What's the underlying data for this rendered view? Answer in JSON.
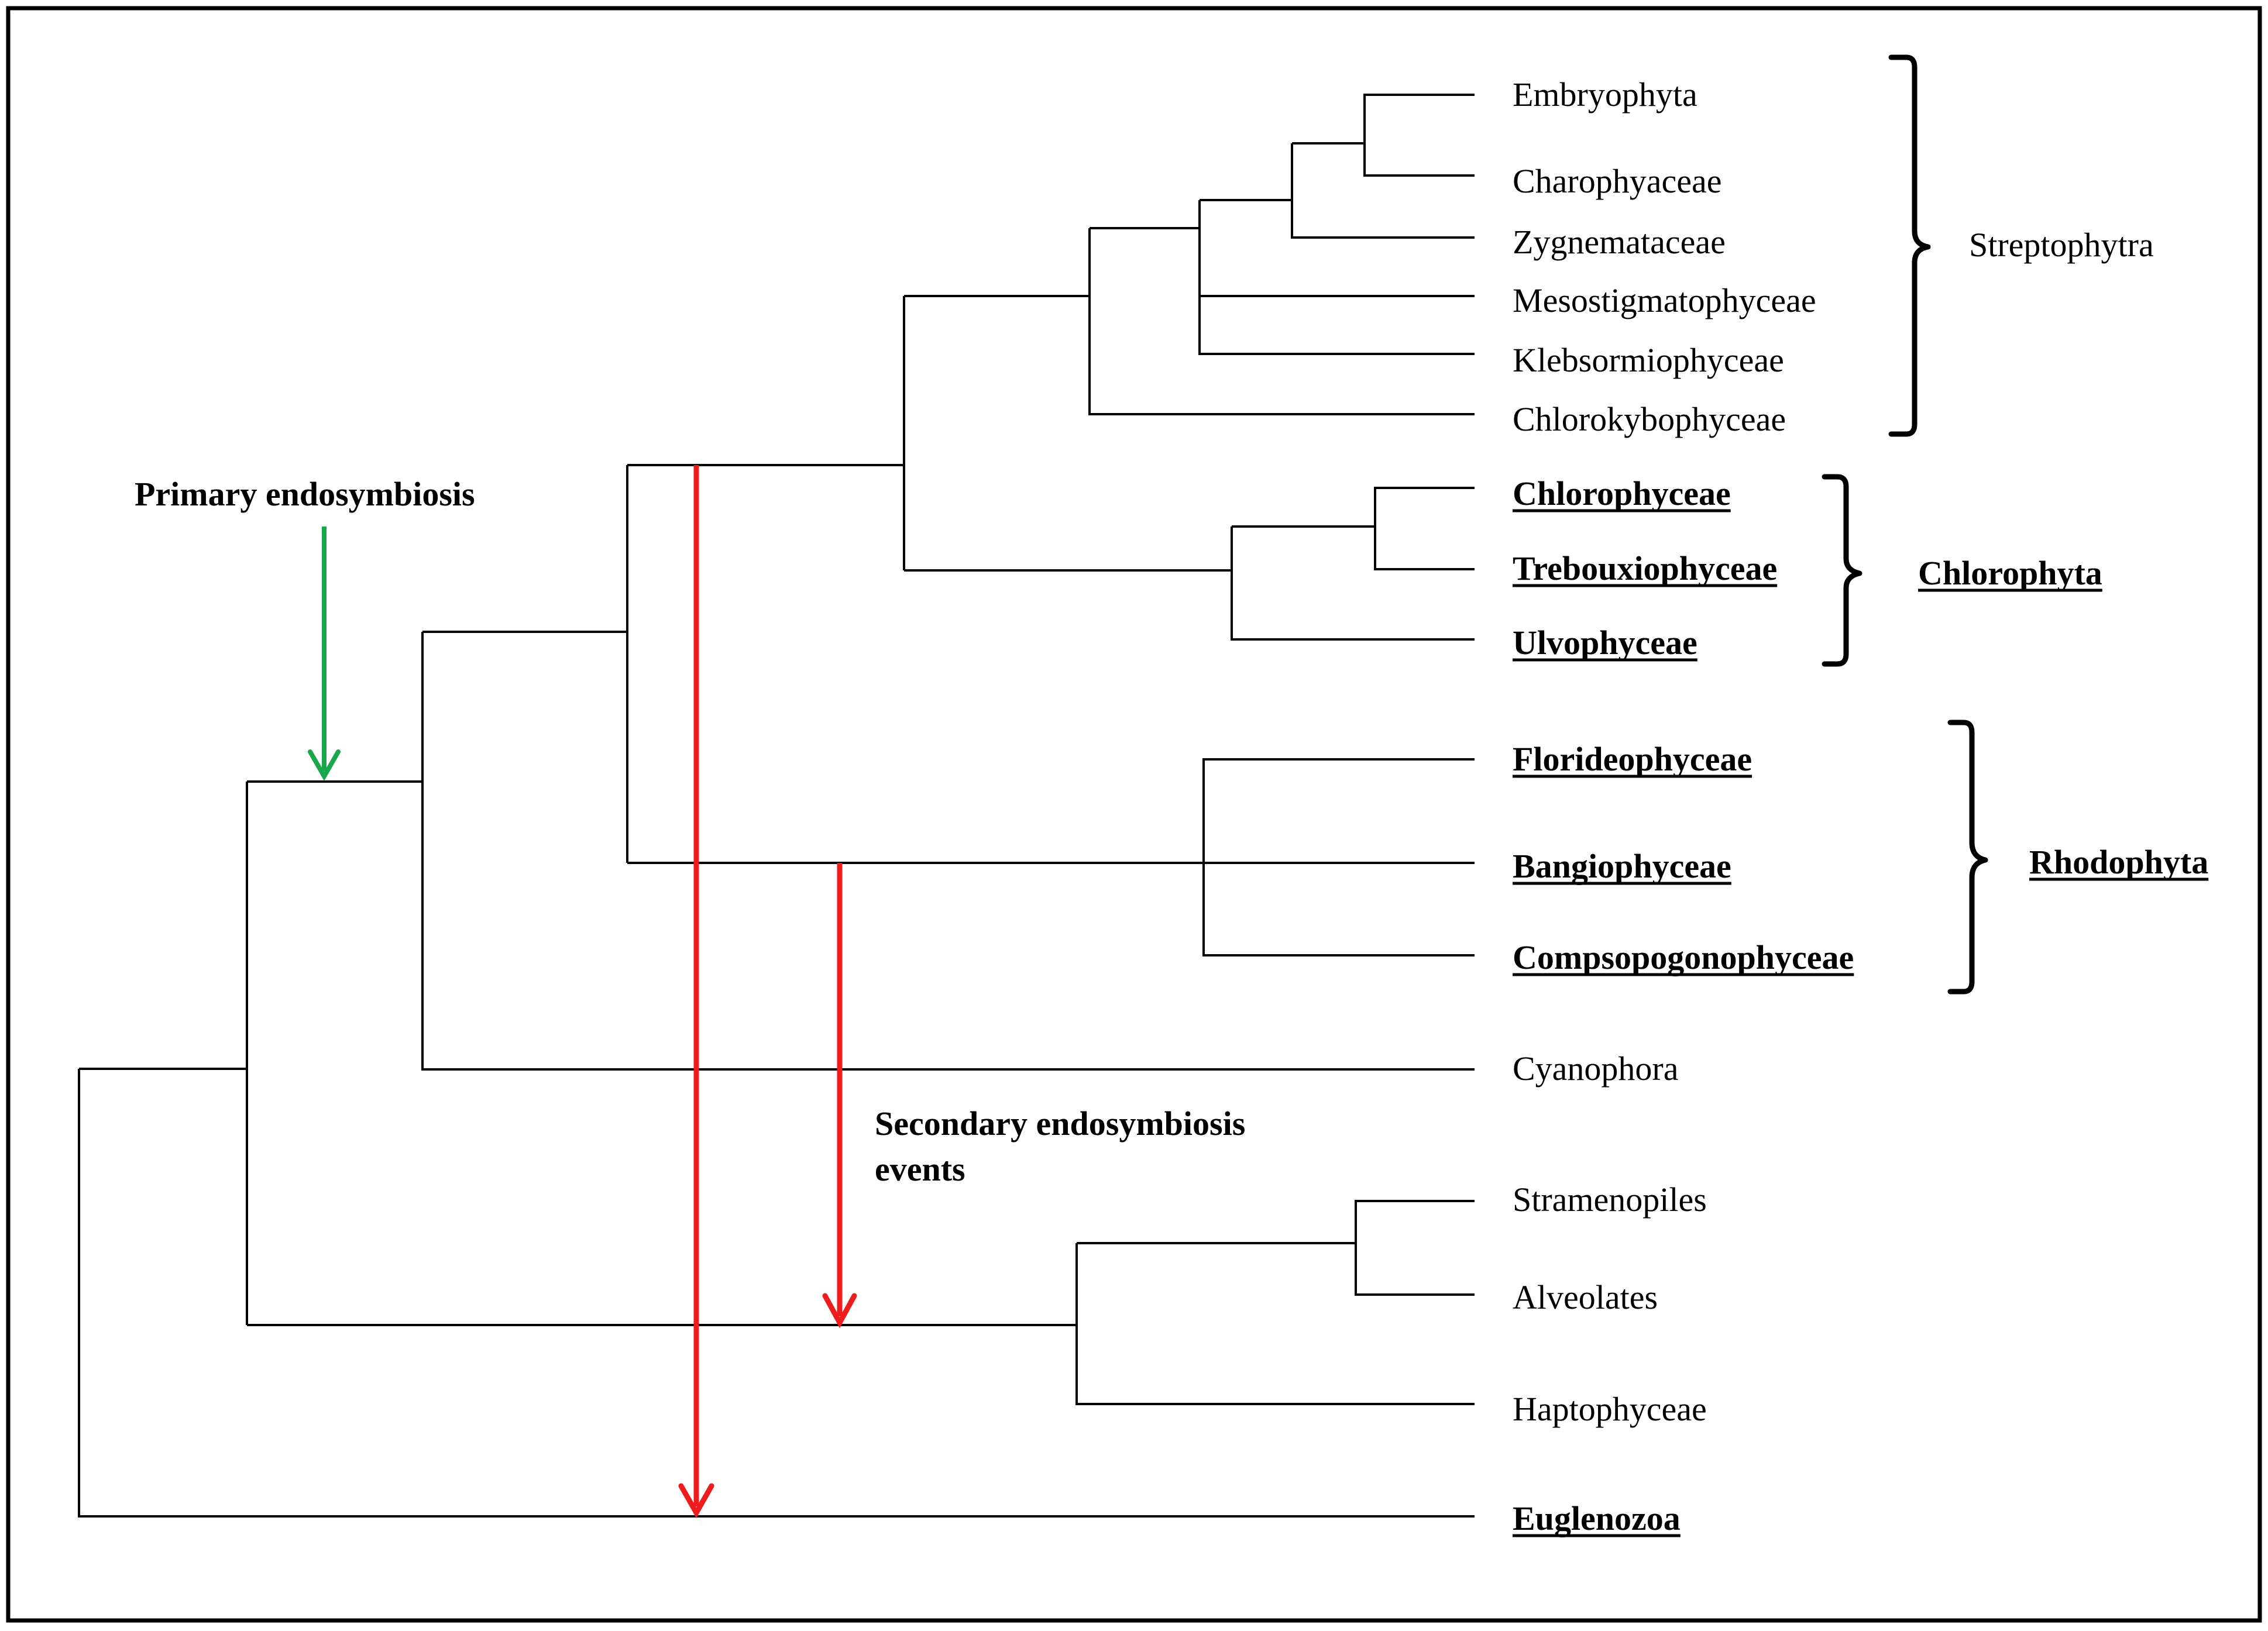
{
  "taxa": {
    "embryophyta": "Embryophyta",
    "charophyceae": "Charophyaceae",
    "zygnemataceae": "Zygnemataceae",
    "mesostigmatophyceae": "Mesostigmatophyceae",
    "klebsormiophyceae": "Klebsormiophyceae",
    "chlorokybophyceae": "Chlorokybophyceae",
    "chlorophyceae": "Chlorophyceae",
    "trebouxiophyceae": "Trebouxiophyceae",
    "ulvophyceae": "Ulvophyceae",
    "florideophyceae": "Florideophyceae",
    "bangiophyceae": "Bangiophyceae",
    "compsopogonophyceae": "Compsopogonophyceae",
    "cyanophora": "Cyanophora",
    "stramenopiles": "Stramenopiles",
    "alveolates": "Alveolates",
    "haptophyceae": "Haptophyceae",
    "euglenozoa": "Euglenozoa"
  },
  "groups": {
    "streptophyta": "Streptophytra",
    "chlorophyta": "Chlorophyta",
    "rhodophyta": "Rhodophyta"
  },
  "annotations": {
    "primary": "Primary endosymbiosis",
    "secondary_line1": "Secondary endosymbiosis",
    "secondary_line2": "events"
  },
  "colors": {
    "primary_arrow": "#1aa64a",
    "secondary_arrow": "#ee1c1c",
    "lines": "#000000"
  }
}
